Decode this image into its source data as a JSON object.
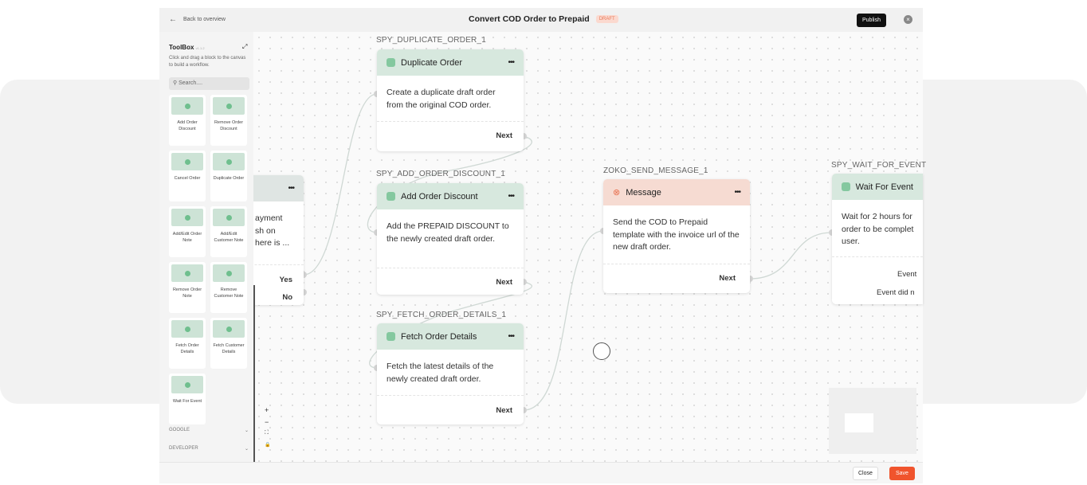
{
  "header": {
    "back": "Back to overview",
    "title": "Convert COD Order to Prepaid",
    "status": "DRAFT",
    "publish": "Publish"
  },
  "toolbox": {
    "title": "ToolBox",
    "version": "v1.1.2",
    "hint": "Click and drag a block to the canvas to build a workflow.",
    "search_placeholder": "Search....",
    "items": [
      "Add Order Discount",
      "Remove Order Discount",
      "Cancel Order",
      "Duplicate Order",
      "Add/Edit Order Note",
      "Add/Edit Customer Note",
      "Remove Order Note",
      "Remove Customer Note",
      "Fetch Order Details",
      "Fetch Customer Details",
      "Wait For Event"
    ],
    "sections": [
      "GOOGLE",
      "DEVELOPER"
    ]
  },
  "nodes": {
    "partial": {
      "body": "ayment\nsh on\nhere is ...",
      "yes": "Yes",
      "no": "No"
    },
    "dup": {
      "id": "SPY_DUPLICATE_ORDER_1",
      "title": "Duplicate Order",
      "body": "Create a duplicate draft order from the original COD order.",
      "next": "Next"
    },
    "disc": {
      "id": "SPY_ADD_ORDER_DISCOUNT_1",
      "title": "Add Order Discount",
      "body": "Add the PREPAID DISCOUNT to the newly created draft order.",
      "next": "Next"
    },
    "fetch": {
      "id": "SPY_FETCH_ORDER_DETAILS_1",
      "title": "Fetch Order Details",
      "body": "Fetch the latest details of the newly created draft order.",
      "next": "Next"
    },
    "msg": {
      "id": "ZOKO_SEND_MESSAGE_1",
      "title": "Message",
      "body": "Send the COD to Prepaid template with the invoice url of the new draft order.",
      "next": "Next"
    },
    "wait": {
      "id": "SPY_WAIT_FOR_EVENT",
      "title": "Wait For Event",
      "body": "Wait for 2 hours for order to be complet user.",
      "out1": "Event",
      "out2": "Event did n"
    }
  },
  "zoom": {
    "in": "+",
    "out": "−",
    "fit": "⛶",
    "lock": "🔒"
  },
  "footer": {
    "close": "Close",
    "save": "Save"
  },
  "colors": {
    "accent": "#f0542d",
    "green_header": "#d7e8de",
    "message_header": "#f6dbd2"
  }
}
